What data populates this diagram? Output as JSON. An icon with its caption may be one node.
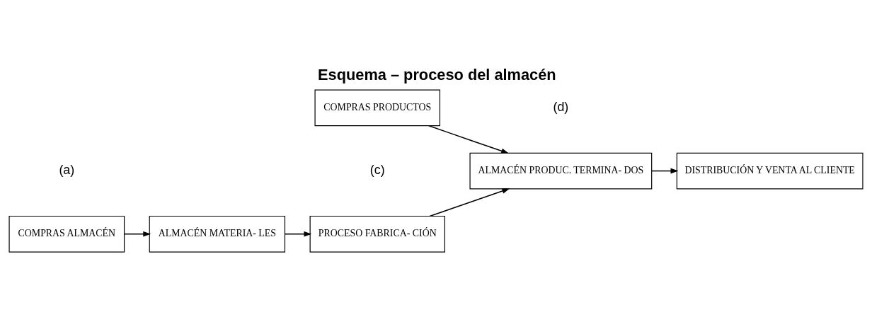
{
  "diagram": {
    "title": "Esquema – proceso del almacén",
    "nodes": [
      {
        "text": [
          "COMPRAS ALMACÉN"
        ]
      },
      {
        "text": [
          "ALMACÉN MATERIA- LES"
        ]
      },
      {
        "text": [
          "PROCESO FABRICA- CIÓN"
        ]
      },
      {
        "text": [
          "ALMACÉN PRODUC. TERMINA- DOS"
        ]
      },
      {
        "text": [
          "DISTRIBUCIÓN Y VENTA AL CLIENTE"
        ]
      },
      {
        "text": [
          "COMPRAS PRODUCTOS"
        ]
      }
    ],
    "edges": [
      {
        "from": 0,
        "to": 1,
        "arrow": "to"
      },
      {
        "from": 1,
        "to": 2,
        "arrow": "to"
      },
      {
        "from": 2,
        "to": 3,
        "arrow": "to"
      },
      {
        "from": 3,
        "to": 4,
        "arrow": "to"
      },
      {
        "from": 5,
        "to": 3,
        "arrow": "to"
      }
    ],
    "labels": [
      "(a)",
      "(c)",
      "(d)"
    ]
  }
}
